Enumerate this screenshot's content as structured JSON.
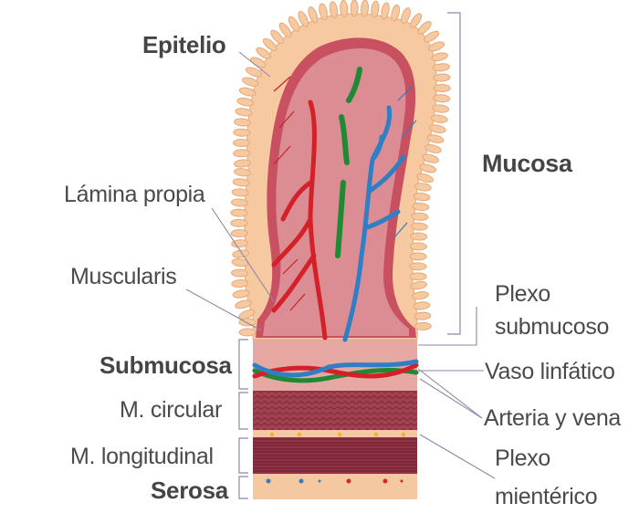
{
  "labels": {
    "epitelio": "Epitelio",
    "lamina_propia": "Lámina propia",
    "muscularis": "Muscularis",
    "submucosa": "Submucosa",
    "m_circular": "M. circular",
    "m_longitudinal": "M. longitudinal",
    "serosa": "Serosa",
    "mucosa": "Mucosa",
    "plexo_submucoso_1": "Plexo",
    "plexo_submucoso_2": "submucoso",
    "vaso_linfatico": "Vaso linfático",
    "arteria_y_vena": "Arteria y vena",
    "plexo_mienterico_1": "Plexo",
    "plexo_mienterico_2": "mientérico"
  },
  "colors": {
    "epithelium": "#f6c9a0",
    "lamina": "#d9828a",
    "muscularis": "#c8505e",
    "artery": "#d8232a",
    "vein": "#2f7ec6",
    "lymph": "#2e9a3c",
    "submucosa": "#e6a9a5",
    "circular_muscle": "#9a3b4c",
    "longitudinal_muscle": "#8c2f45",
    "serosa": "#f5c9a2",
    "leader_line": "#8a8aa8",
    "text": "#4a4a4a"
  }
}
